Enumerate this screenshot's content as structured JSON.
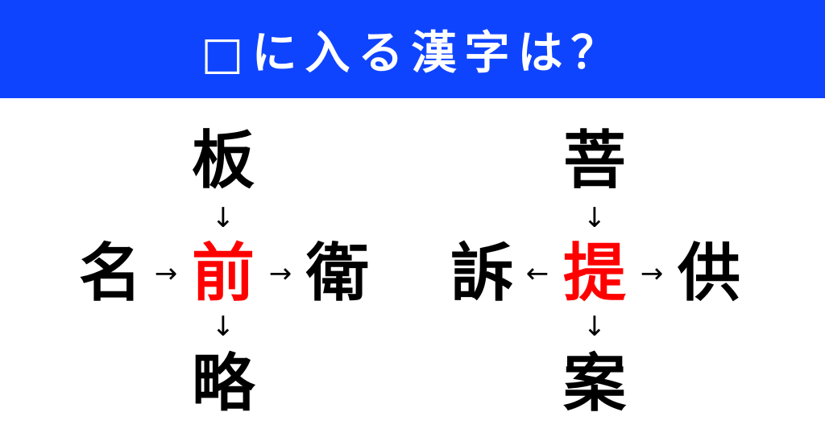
{
  "header": {
    "title": "□に入る漢字は？",
    "background_color": "#0f44ff"
  },
  "puzzles": [
    {
      "top": "板",
      "left": "名",
      "center": "前",
      "right": "衛",
      "bottom": "略",
      "arrows": {
        "top": "↓",
        "left": "→",
        "right": "→",
        "bottom": "↓"
      }
    },
    {
      "top": "菩",
      "left": "訴",
      "center": "提",
      "right": "供",
      "bottom": "案",
      "arrows": {
        "top": "↓",
        "left": "←",
        "right": "→",
        "bottom": "↓"
      }
    }
  ],
  "colors": {
    "answer": "#ff0000",
    "text": "#000000"
  }
}
